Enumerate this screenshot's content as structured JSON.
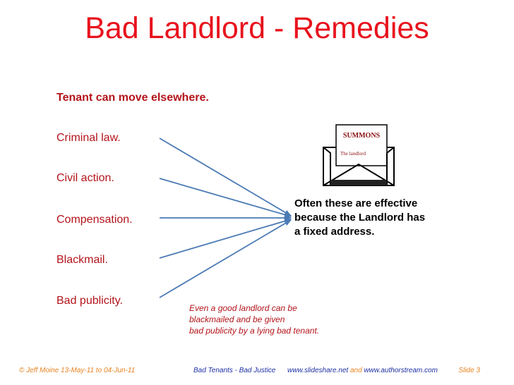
{
  "slide": {
    "title": "Bad Landlord - Remedies",
    "remedies": [
      "Tenant can move elsewhere.",
      "Criminal law.",
      "Civil action.",
      "Compensation.",
      "Blackmail.",
      "Bad publicity."
    ],
    "effective_lines": [
      "Often these are effective",
      "because the Landlord has",
      "a fixed address."
    ],
    "note_lines": [
      "Even a good landlord can be",
      "blackmailed and be given",
      "bad publicity by a lying bad tenant."
    ],
    "summons": {
      "heading": "SUMMONS",
      "recipient": "The landlord"
    }
  },
  "footer": {
    "author": "© Jeff Moine  13-May-11 to 04-Jun-11",
    "series": "Bad Tenants - Bad Justice",
    "link1": "www.slideshare.net",
    "and": "and",
    "link2": "www.authorstream.com",
    "slide": "Slide 3"
  },
  "colors": {
    "title": "#e8121d",
    "item": "#b3141b",
    "arrow": "#4a7ab5",
    "footer_orange": "#e8821f",
    "footer_blue": "#1c2fa3"
  }
}
